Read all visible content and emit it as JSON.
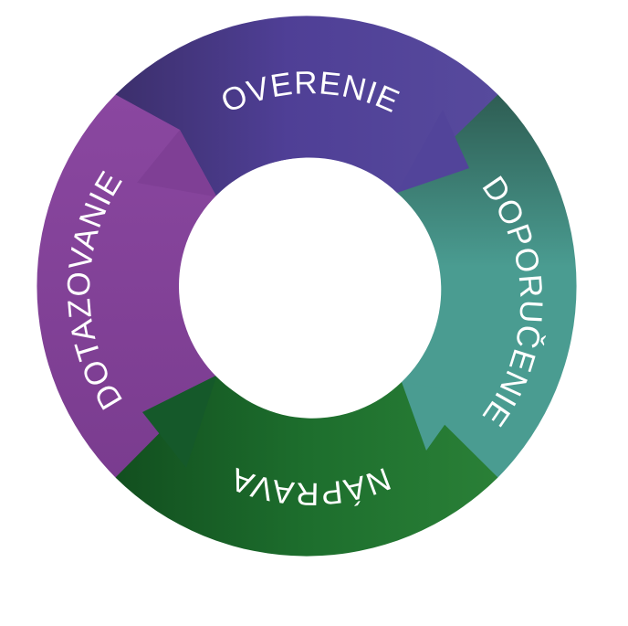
{
  "diagram": {
    "segments": [
      {
        "id": "overenie",
        "label": "OVERENIE",
        "color": "#4f3f94"
      },
      {
        "id": "doporucenie",
        "label": "DOPORUČENIE",
        "color": "#449b8f"
      },
      {
        "id": "naprava",
        "label": "NÁPRAVA",
        "color": "#17652a"
      },
      {
        "id": "dotazovanie",
        "label": "DOTAZOVANIE",
        "color": "#7d3e95"
      }
    ],
    "center_color": "#ffffff"
  }
}
